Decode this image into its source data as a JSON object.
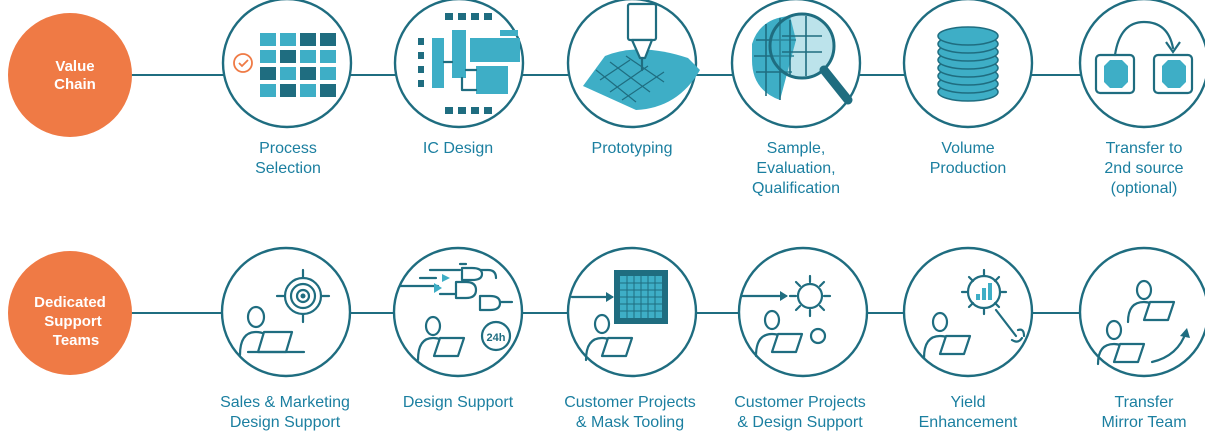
{
  "rows": [
    {
      "badge_lines": [
        "Value",
        "Chain"
      ],
      "steps": [
        {
          "lines": [
            "Process",
            "Selection"
          ],
          "icon": "process-grid-icon"
        },
        {
          "lines": [
            "IC Design"
          ],
          "icon": "chip-layout-icon"
        },
        {
          "lines": [
            "Prototyping"
          ],
          "icon": "wafer-probe-icon"
        },
        {
          "lines": [
            "Sample,",
            "Evaluation,",
            "Qualification"
          ],
          "icon": "magnifier-wafer-icon"
        },
        {
          "lines": [
            "Volume",
            "Production"
          ],
          "icon": "wafer-stack-icon"
        },
        {
          "lines": [
            "Transfer to",
            "2nd source",
            "(optional)"
          ],
          "icon": "transfer-arrow-icon"
        }
      ]
    },
    {
      "badge_lines": [
        "Dedicated",
        "Support",
        "Teams"
      ],
      "steps": [
        {
          "lines": [
            "Sales & Marketing",
            "Design Support"
          ],
          "icon": "target-person-icon"
        },
        {
          "lines": [
            "Design Support"
          ],
          "icon": "logic-gates-24h-icon"
        },
        {
          "lines": [
            "Customer Projects",
            "& Mask Tooling"
          ],
          "icon": "mask-person-icon"
        },
        {
          "lines": [
            "Customer Projects",
            "& Design Support"
          ],
          "icon": "gear-person-icon"
        },
        {
          "lines": [
            "Yield",
            "Enhancement"
          ],
          "icon": "yield-gear-wrench-icon"
        },
        {
          "lines": [
            "Transfer",
            "Mirror Team"
          ],
          "icon": "mirror-team-icon"
        }
      ]
    }
  ],
  "icon_labels": {
    "clock_24h": "24h"
  },
  "colors": {
    "accent": "#ef7a45",
    "line": "#1f6d80",
    "icon_fill": "#3eaec6",
    "caption": "#1b7fa0"
  }
}
